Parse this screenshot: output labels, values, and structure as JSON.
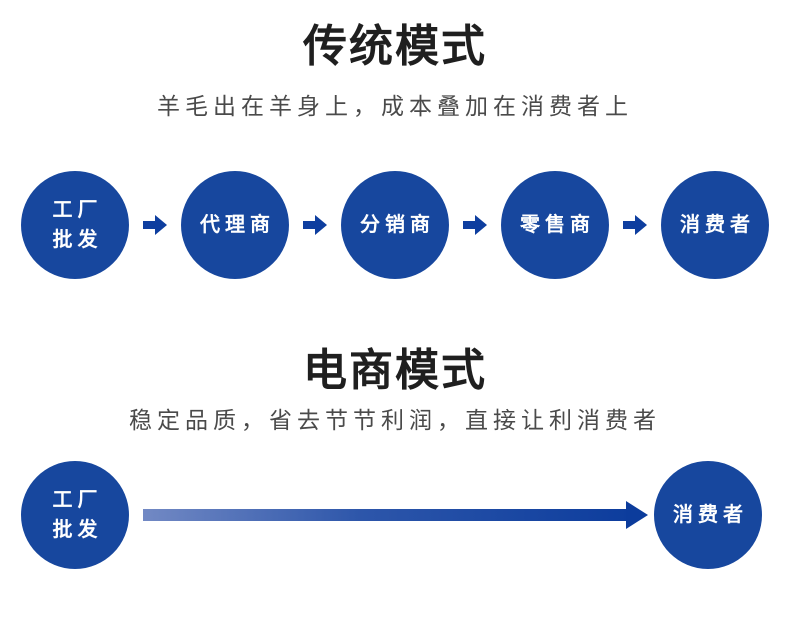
{
  "colors": {
    "node_blue": "#17479e",
    "connector_blue": "#0e3e9f",
    "long_arrow_start": "#7289c4",
    "long_arrow_end": "#0d3d9d",
    "title_color": "#1f1f1f",
    "subtitle_color": "#4a4a4a"
  },
  "traditional": {
    "title": "传统模式",
    "subtitle": "羊毛出在羊身上，成本叠加在消费者上",
    "nodes": [
      {
        "label": "工厂批发",
        "lines": [
          "工厂",
          "批发"
        ]
      },
      {
        "label": "代理商"
      },
      {
        "label": "分销商"
      },
      {
        "label": "零售商"
      },
      {
        "label": "消费者"
      }
    ],
    "connector_icon": "arrow-right"
  },
  "ecommerce": {
    "title": "电商模式",
    "subtitle": "稳定品质，省去节节利润，直接让利消费者",
    "nodes": [
      {
        "label": "工厂批发",
        "lines": [
          "工厂",
          "批发"
        ]
      },
      {
        "label": "消费者"
      }
    ],
    "connector_icon": "long-arrow-right"
  }
}
